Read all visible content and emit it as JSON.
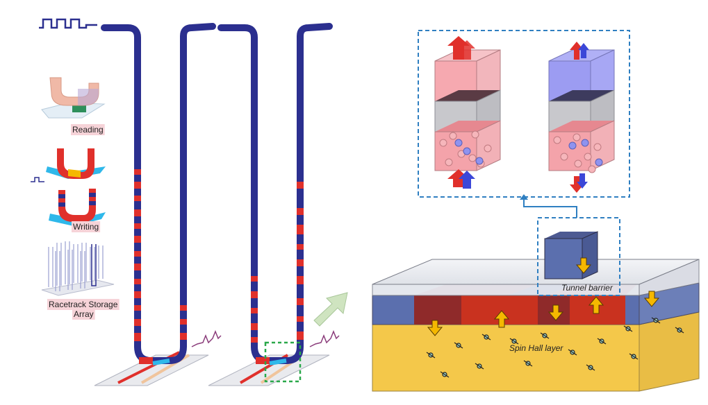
{
  "labels": {
    "reading": "Reading",
    "writing": "Writing",
    "storage_line1": "Racetrack Storage",
    "storage_line2": "Array",
    "tunnel_barrier": "Tunnel barrier",
    "spin_hall_layer": "Spin Hall layer"
  },
  "colors": {
    "track": "#2b2f8f",
    "domain_red": "#e0302b",
    "label_highlight": "#f6d3d8",
    "callout_box": "#2f7fc1",
    "callout_zoom": "#2aa84a",
    "arrow_green": "#cfe4c0",
    "spin_hall": "#f4c84a",
    "free_layer_blue": "#5b6fae",
    "free_layer_red": "#c9321f",
    "pinned_red": "#f2a0a8",
    "barrier_gray": "#b9b9bd",
    "top_blue": "#8f8ff0",
    "mag_arrow": "#f5b800",
    "electron_pink": "#f6b6bb",
    "electron_blue": "#8f93ef"
  },
  "icons": [
    "pulse-waveform-icon",
    "reading-head-icon",
    "writing-head-icon",
    "racetrack-array-icon",
    "zoom-arrow-icon",
    "magnetization-arrow-icon",
    "spin-arrow-icon",
    "electron-icon"
  ]
}
